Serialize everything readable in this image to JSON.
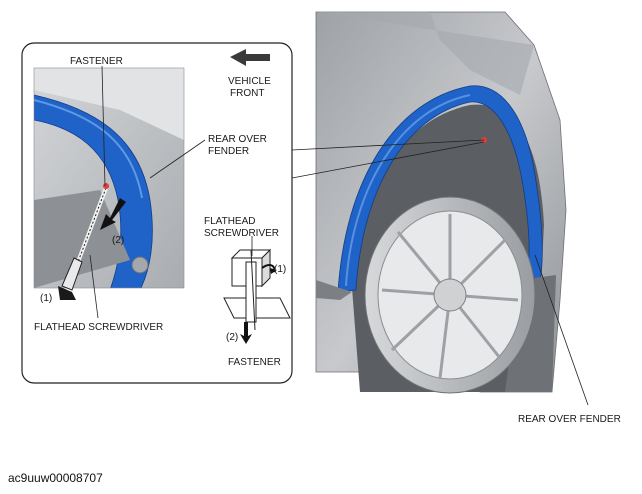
{
  "labels": {
    "fastener_top": "FASTENER",
    "vehicle_front": [
      "VEHICLE",
      "FRONT"
    ],
    "rear_over_fender_inset": [
      "REAR OVER",
      "FENDER"
    ],
    "flathead_screwdriver_right": [
      "FLATHEAD",
      "SCREWDRIVER"
    ],
    "step1_left": "(1)",
    "step2_left": "(2)",
    "step1_right": "(1)",
    "step2_right": "(2)",
    "flathead_screwdriver_bottom": "FLATHEAD SCREWDRIVER",
    "fastener_bottom": "FASTENER",
    "rear_over_fender_main": "REAR OVER FENDER"
  },
  "figure_code": "ac9uuw00008707",
  "colors": {
    "fender_blue": "#1f62c8",
    "fender_blue_light": "#4f8ee0",
    "body_gray": "#b9bcc0",
    "outline": "#222222"
  }
}
